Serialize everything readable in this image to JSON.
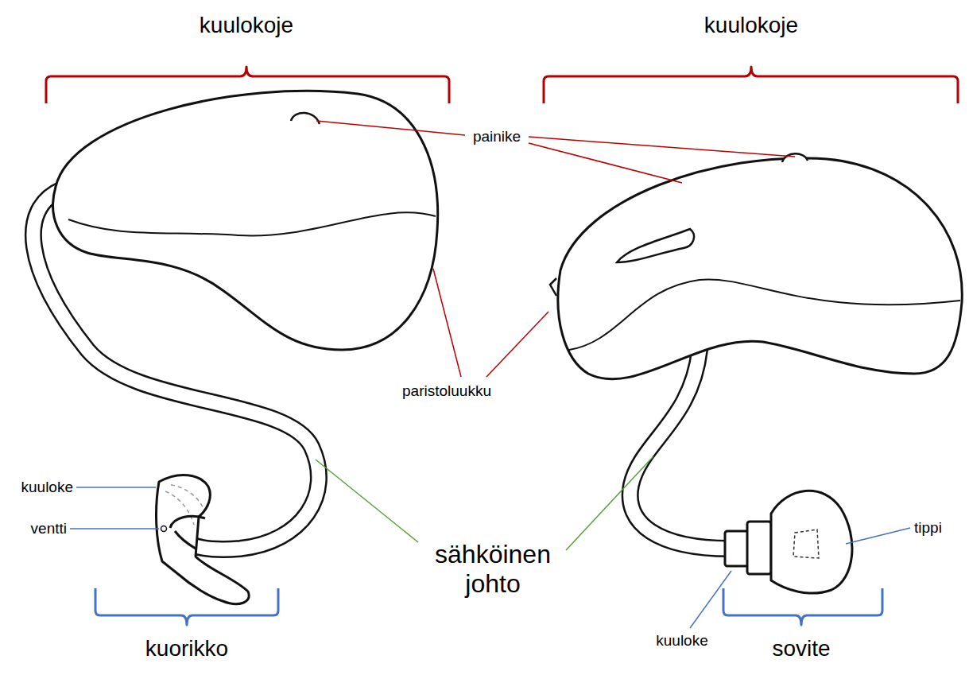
{
  "diagram": {
    "labels": [
      "kuulokoje",
      "kuulokoje",
      "painike",
      "paristoluukku",
      "kuuloke",
      "ventti",
      "sähköinen johto",
      "kuuloke",
      "tippi",
      "kuorikko",
      "sovite"
    ]
  }
}
